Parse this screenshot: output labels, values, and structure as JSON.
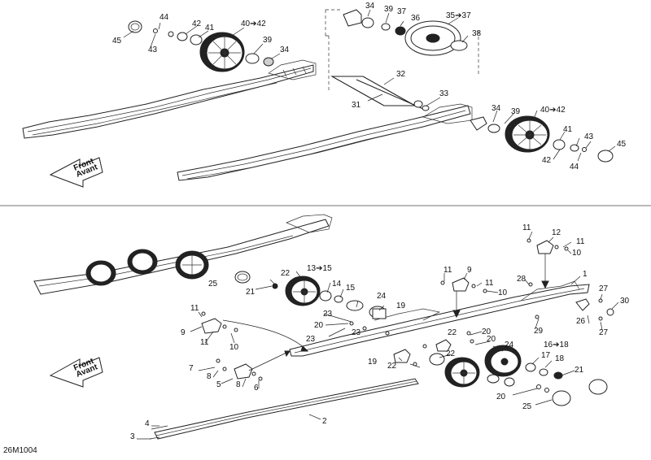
{
  "drawing_code": "26M1004",
  "top_callouts": {
    "c44": "44",
    "c42": "42",
    "c41": "41",
    "c40_42": "40➔42",
    "c45": "45",
    "c43": "43",
    "c39": "39",
    "c34": "34",
    "c34b": "34",
    "c39b": "39",
    "c37": "37",
    "c36": "36",
    "c35_37": "35➔37",
    "c38": "38",
    "c32": "32",
    "c31": "31",
    "c33": "33",
    "c34c": "34",
    "c39c": "39",
    "c40_42b": "40➔42",
    "c41b": "41",
    "c43b": "43",
    "c45b": "45",
    "c42b": "42",
    "c44b": "44"
  },
  "bottom_callouts": {
    "c11a": "11",
    "c12": "12",
    "c11b": "11",
    "c10a": "10",
    "c1": "1",
    "c13_15": "13➔15",
    "c22a": "22",
    "c25a": "25",
    "c21a": "21",
    "c14": "14",
    "c15": "15",
    "c11c": "11",
    "c9a": "9",
    "c11d": "11",
    "c10b": "10",
    "c28": "28",
    "c27a": "27",
    "c24a": "24",
    "c19a": "19",
    "c23a": "23",
    "c30": "30",
    "c26": "26",
    "c27b": "27",
    "c11e": "11",
    "c9b": "9",
    "c11f": "11",
    "c10c": "10",
    "c20a": "20",
    "c23b": "23",
    "c23c": "23",
    "c29": "29",
    "c20b": "20",
    "c22b": "22",
    "c24b": "24",
    "c16_18": "16➔18",
    "c22c": "22",
    "c17": "17",
    "c19b": "19",
    "c22d": "22",
    "c18": "18",
    "c21b": "21",
    "c7": "7",
    "c8a": "8",
    "c5": "5",
    "c8b": "8",
    "c6": "6",
    "c20c": "20",
    "c25b": "25",
    "c4": "4",
    "c2": "2",
    "c3": "3"
  },
  "front_arrow_top": [
    "Front",
    "Avant"
  ],
  "front_arrow_bottom": [
    "Front",
    "Avant"
  ]
}
